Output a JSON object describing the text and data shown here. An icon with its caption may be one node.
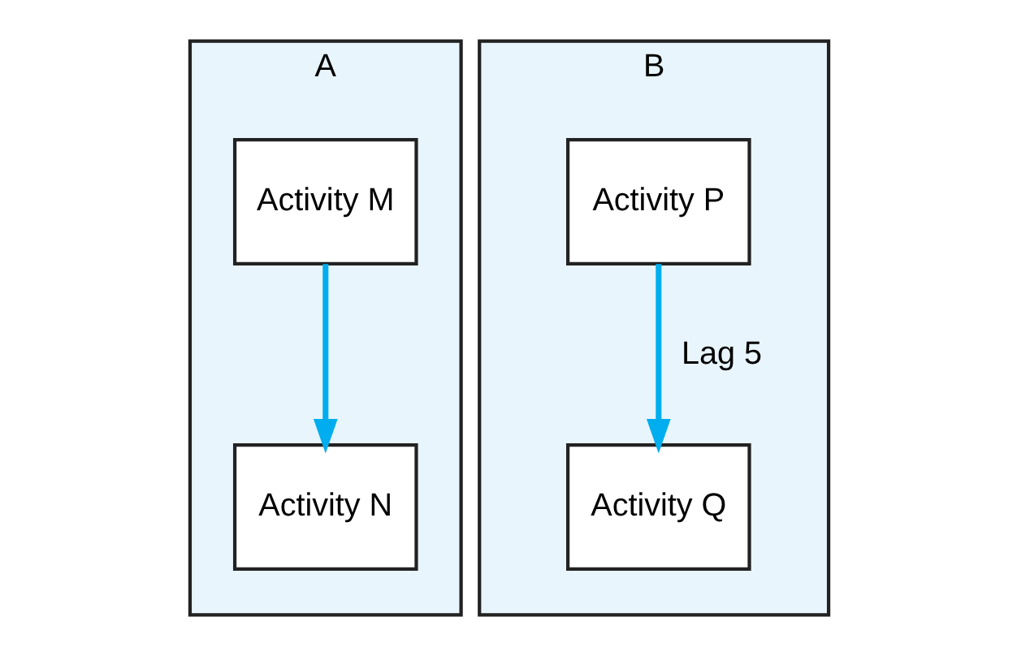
{
  "diagram": {
    "nodes": [
      {
        "text": [
          "A"
        ]
      },
      {
        "text": [
          "Activity M"
        ],
        "in": 0
      },
      {
        "text": [
          "Activity N"
        ],
        "in": 0
      },
      {
        "text": [
          "B"
        ]
      },
      {
        "text": [
          "Activity P"
        ],
        "in": 3
      },
      {
        "text": [
          "Activity Q"
        ],
        "in": 3
      }
    ],
    "edges": [
      {
        "from": 1,
        "to": 2,
        "arrow": "to"
      },
      {
        "from": 4,
        "to": 5,
        "arrow": "to",
        "label": "Lag 5"
      }
    ]
  }
}
